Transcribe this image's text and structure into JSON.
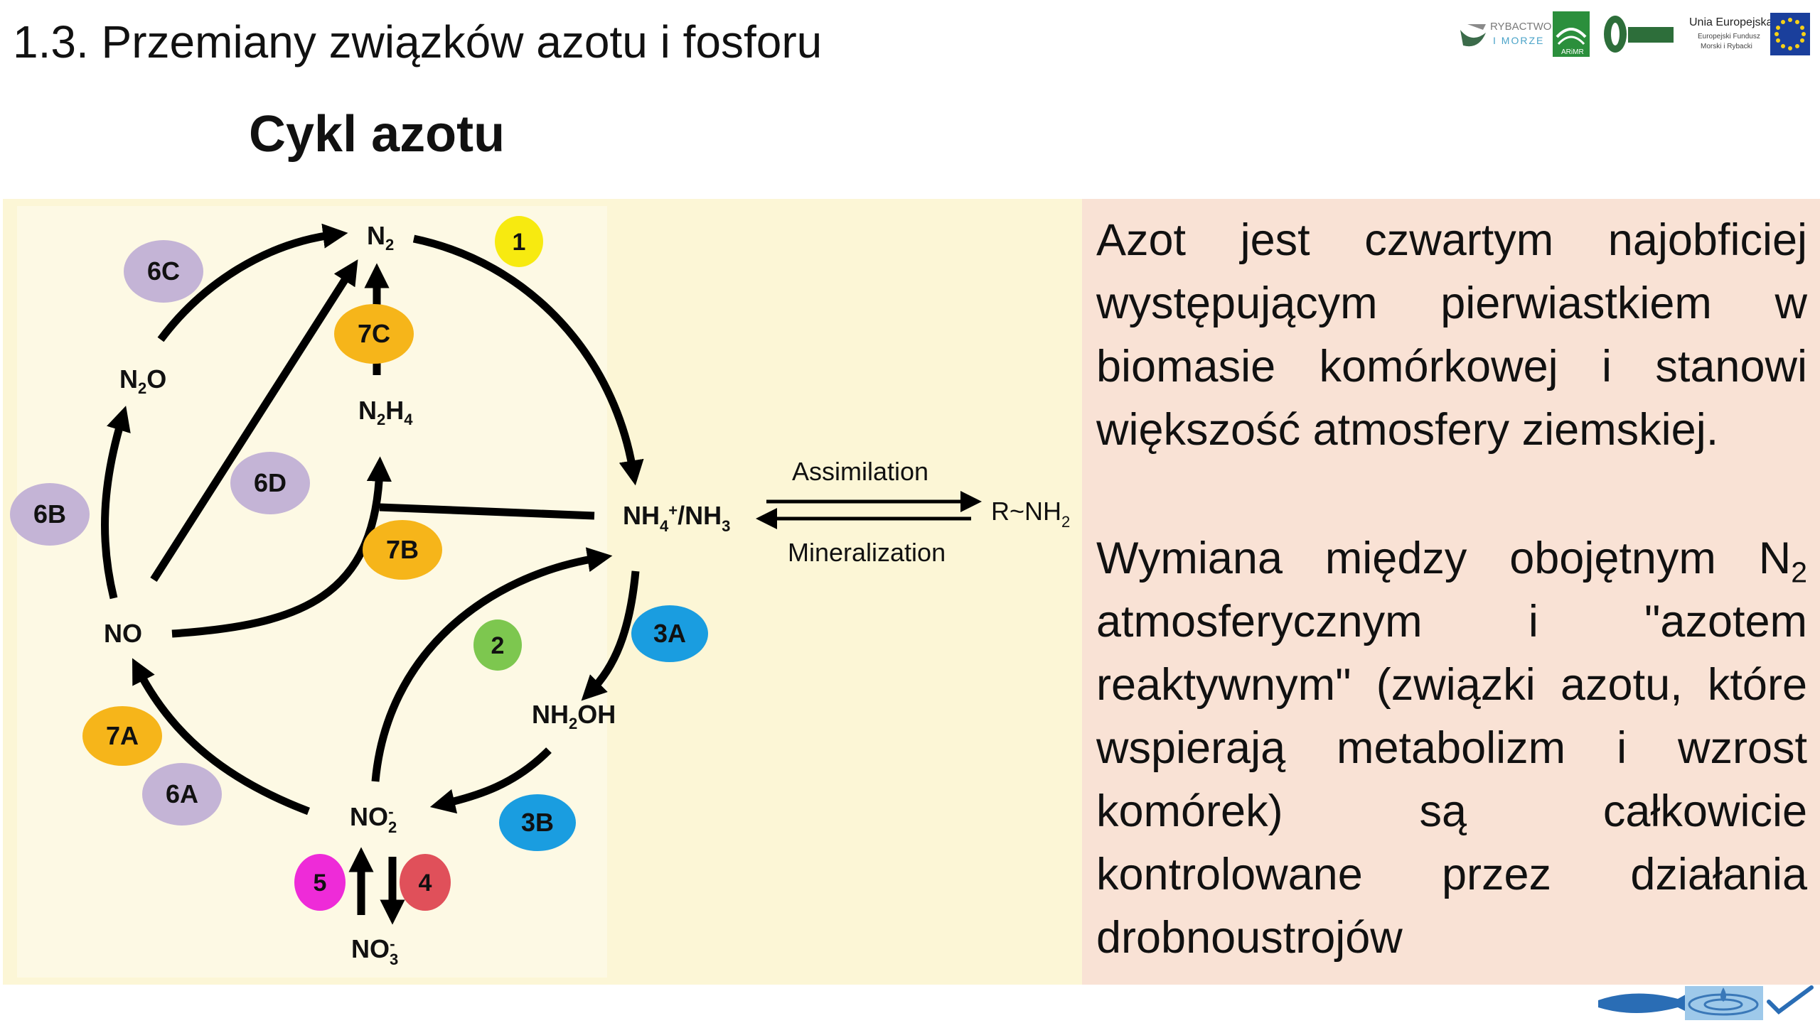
{
  "slide": {
    "title": "1.3. Przemiany związków azotu i fosforu",
    "subtitle": "Cykl azotu"
  },
  "logos": {
    "rybactwo_text_1": "RYBACTWO",
    "rybactwo_text_2": "I MORZE",
    "arimr": "ARiMR",
    "eu_title": "Unia Europejska",
    "eu_line2": "Europejski Fundusz",
    "eu_line3": "Morski i Rybacki"
  },
  "diagram": {
    "compounds": {
      "n2": {
        "main": "N",
        "sub1": "2"
      },
      "n2o": {
        "main1": "N",
        "sub1": "2",
        "main2": "O"
      },
      "n2h4": {
        "main1": "N",
        "sub1": "2",
        "main2": "H",
        "sub2": "4"
      },
      "no": {
        "main": "NO"
      },
      "nh4": {
        "main1": "NH",
        "sub1": "4",
        "sup1": "+",
        "main2": "/NH",
        "sub2": "3"
      },
      "nh2oh": {
        "main1": "NH",
        "sub1": "2",
        "main2": "OH"
      },
      "no2": {
        "main": "NO",
        "sub1": "2",
        "sup1": "-"
      },
      "no3": {
        "main": "NO",
        "sub1": "3",
        "sup1": "-"
      },
      "rnh2": {
        "main": "R~NH",
        "sub1": "2"
      }
    },
    "assimilation": "Assimilation",
    "mineralization": "Mineralization",
    "labels": [
      {
        "id": "1",
        "color": "#f7ea10"
      },
      {
        "id": "2",
        "color": "#7dc74f"
      },
      {
        "id": "3A",
        "color": "#1a9de0"
      },
      {
        "id": "3B",
        "color": "#1a9de0"
      },
      {
        "id": "4",
        "color": "#e0505a"
      },
      {
        "id": "5",
        "color": "#ee2bd8"
      },
      {
        "id": "6A",
        "color": "#c4b4d6"
      },
      {
        "id": "6B",
        "color": "#c4b4d6"
      },
      {
        "id": "6C",
        "color": "#c4b4d6"
      },
      {
        "id": "6D",
        "color": "#c4b4d6"
      },
      {
        "id": "7A",
        "color": "#f6b51a"
      },
      {
        "id": "7B",
        "color": "#f6b51a"
      },
      {
        "id": "7C",
        "color": "#f6b51a"
      }
    ]
  },
  "text": {
    "para1": "Azot jest czwartym najobficiej występującym pierwiastkiem w biomasie komórkowej i stanowi większość atmosfery ziemskiej.",
    "para2_a": "Wymiana między obojętnym N",
    "para2_sub": "2",
    "para2_b": " atmosferycznym i \"azotem reaktywnym\" (związki azotu, które wspierają metabolizm i wzrost komórek) są całkowicie kontrolowane przez działania drobnoustrojów"
  }
}
